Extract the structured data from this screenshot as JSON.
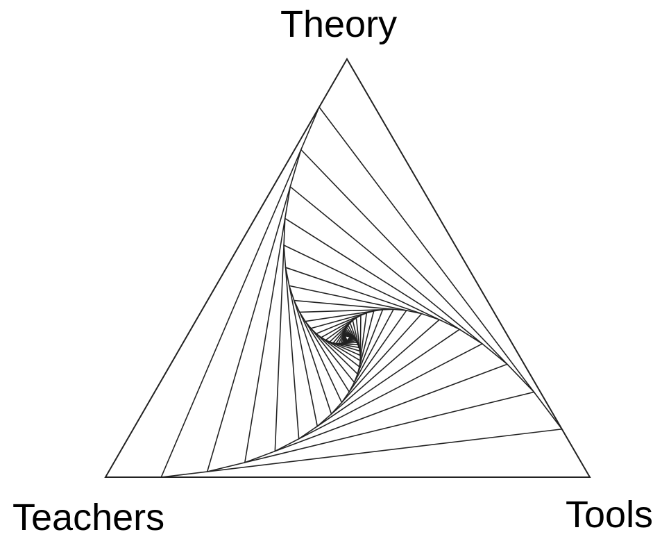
{
  "diagram": {
    "labels": {
      "top": "Theory",
      "left": "Teachers",
      "right": "Tools"
    },
    "style": {
      "stroke_color": "#222222",
      "background_color": "#ffffff"
    }
  }
}
